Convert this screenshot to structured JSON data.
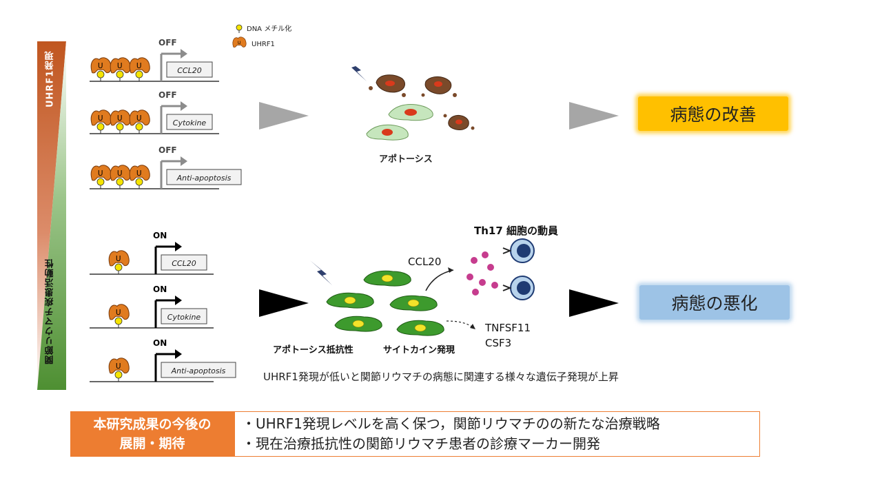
{
  "legend": {
    "methylation_label": "DNA メチル化",
    "uhrf1_label": "UHRF1"
  },
  "axis_labels": {
    "uhrf1_expression": "UHRF1発現",
    "ra_disease_activity": "関節リウマチ疾患活動性"
  },
  "top_panel": {
    "genes": [
      {
        "state": "OFF",
        "gene": "CCL20"
      },
      {
        "state": "OFF",
        "gene": "Cytokine"
      },
      {
        "state": "OFF",
        "gene": "Anti-apoptosis"
      }
    ],
    "apoptosis_label": "アポトーシス",
    "outcome": "病態の改善"
  },
  "bottom_panel": {
    "genes": [
      {
        "state": "ON",
        "gene": "CCL20"
      },
      {
        "state": "ON",
        "gene": "Cytokine"
      },
      {
        "state": "ON",
        "gene": "Anti-apoptosis"
      }
    ],
    "th17_label": "Th17 細胞の動員",
    "ccl20_label": "CCL20",
    "tnfsf11_label": "TNFSF11",
    "csf3_label": "CSF3",
    "apoptosis_resistance_label": "アポトーシス抵抗性",
    "cytokine_expression_label": "サイトカイン発現",
    "outcome": "病態の悪化"
  },
  "caption": "UHRF1発現が低いと関節リウマチの病態に関連する様々な遺伝子発現が上昇",
  "footer": {
    "label_line1": "本研究成果の今後の",
    "label_line2": "展開・期待",
    "bullet1": "・UHRF1発現レベルを高く保つ，関節リウマチのの新たな治療戦略",
    "bullet2": "・現在治療抵抗性の関節リウマチ患者の診療マーカー開発"
  },
  "colors": {
    "uhrf1_protein": "#e07b1f",
    "methylation_dot": "#f5e400",
    "uhrf1_gradient": "#c0561f",
    "ra_gradient": "#5a9a3a",
    "improve_box": "#ffc000",
    "worsen_box": "#9dc3e6",
    "footer_accent": "#ed7d31",
    "arrow_gray": "#a6a6a6",
    "arrow_black": "#000000"
  }
}
